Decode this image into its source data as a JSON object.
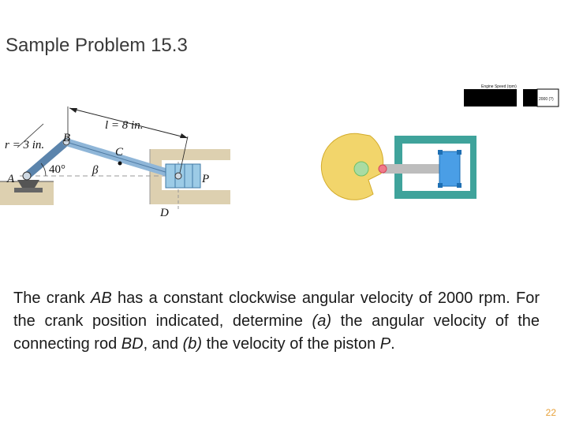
{
  "slide": {
    "title": "Sample Problem 15.3",
    "page_number": "22"
  },
  "figure": {
    "labels": {
      "l": "l = 8 in.",
      "r": "r = 3 in.",
      "B": "B",
      "C": "C",
      "A": "A",
      "angle": "40°",
      "beta": "β",
      "P": "P",
      "D": "D"
    }
  },
  "animation": {
    "speed_label": "Engine Speed (rpm)",
    "speed_value": "2000 (?)"
  },
  "problem": {
    "p1": "The crank ",
    "p2": "AB",
    "p3": " has a constant clockwise angular velocity of 2000 rpm. For the crank position indicated, determine ",
    "p4": "(a)",
    "p5": " the angular velocity of the connecting rod ",
    "p6": "BD",
    "p7": ", and ",
    "p8": "(b)",
    "p9": " the velocity of the piston ",
    "p10": "P",
    "p11": "."
  }
}
